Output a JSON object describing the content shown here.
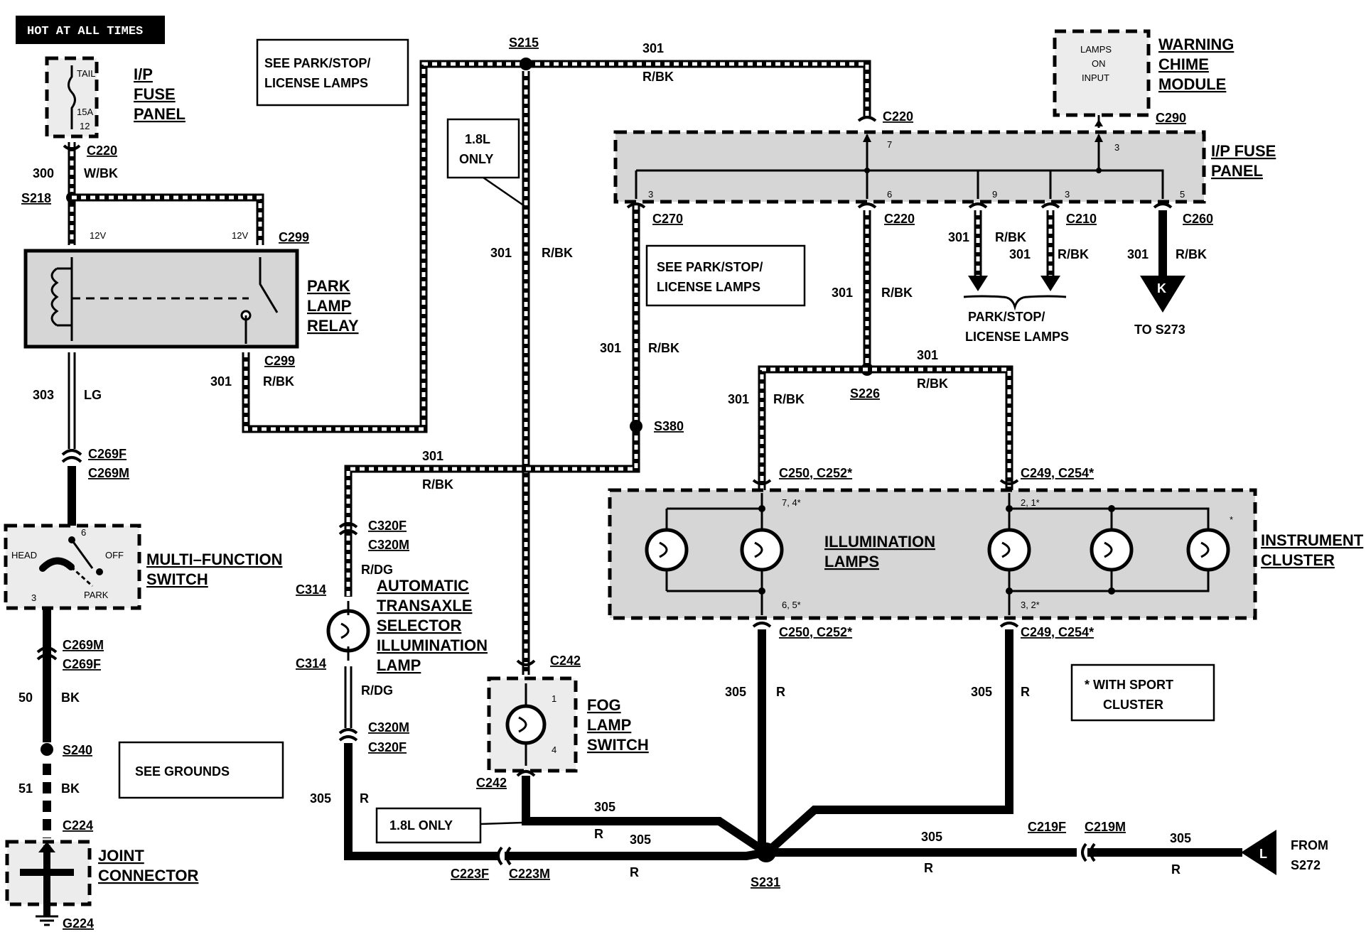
{
  "header": {
    "hot_label": "HOT AT ALL TIMES"
  },
  "notes": {
    "park_stop_1": [
      "SEE PARK/STOP/",
      "LICENSE LAMPS"
    ],
    "park_stop_2": [
      "SEE PARK/STOP/",
      "LICENSE LAMPS"
    ],
    "only_18l_top": [
      "1.8L",
      "ONLY"
    ],
    "only_18l_bottom": "1.8L ONLY",
    "see_grounds": "SEE GROUNDS",
    "sport_cluster": [
      "*  WITH SPORT",
      "CLUSTER"
    ]
  },
  "components": {
    "ip_fuse_panel_left": [
      "I/P",
      "FUSE",
      "PANEL"
    ],
    "fuse_tail": "TAIL",
    "fuse_amp": "15A",
    "fuse_num": "12",
    "park_lamp_relay": [
      "PARK",
      "LAMP",
      "RELAY"
    ],
    "multi_function_switch": [
      "MULTI–FUNCTION",
      "SWITCH"
    ],
    "switch_head": "HEAD",
    "switch_off": "OFF",
    "switch_park": "PARK",
    "joint_connector": [
      "JOINT",
      "CONNECTOR"
    ],
    "warning_chime_module": [
      "WARNING",
      "CHIME",
      "MODULE"
    ],
    "lamps_on_input": [
      "LAMPS",
      "ON",
      "INPUT"
    ],
    "ip_fuse_panel_right": [
      "I/P FUSE",
      "PANEL"
    ],
    "automatic_transaxle": [
      "AUTOMATIC",
      "TRANSAXLE",
      "SELECTOR",
      "ILLUMINATION",
      "LAMP"
    ],
    "fog_lamp_switch": [
      "FOG",
      "LAMP",
      "SWITCH"
    ],
    "illumination_lamps": [
      "ILLUMINATION",
      "LAMPS"
    ],
    "instrument_cluster": [
      "INSTRUMENT",
      "CLUSTER"
    ],
    "park_stop_license_bottom": [
      "PARK/STOP/",
      "LICENSE LAMPS"
    ],
    "to_s273": "TO S273",
    "from_s272": [
      "FROM",
      "S272"
    ],
    "k_label": "K",
    "l_label": "L"
  },
  "connectors": {
    "c220_a": "C220",
    "c299_a": "C299",
    "c299_b": "C299",
    "c269f_a": "C269F",
    "c269m_a": "C269M",
    "c269m_b": "C269M",
    "c269f_b": "C269F",
    "c224": "C224",
    "g224": "G224",
    "c220_top": "C220",
    "c290": "C290",
    "c270": "C270",
    "c220_bot": "C220",
    "c210": "C210",
    "c260": "C260",
    "c320f_a": "C320F",
    "c320m_a": "C320M",
    "c314_a": "C314",
    "c314_b": "C314",
    "c320m_b": "C320M",
    "c320f_b": "C320F",
    "c242_a": "C242",
    "c242_b": "C242",
    "c250_top": "C250, C252*",
    "c249_top": "C249, C254*",
    "c250_bot": "C250, C252*",
    "c249_bot": "C249, C254*",
    "c223f": "C223F",
    "c223m": "C223M",
    "c219f": "C219F",
    "c219m": "C219M"
  },
  "splices": {
    "s218": "S218",
    "s215": "S215",
    "s240": "S240",
    "s380": "S380",
    "s226": "S226",
    "s231": "S231"
  },
  "wires": {
    "w300": "300",
    "w300_color": "W/BK",
    "w301": "301",
    "w301_color": "R/BK",
    "w303": "303",
    "w303_color": "LG",
    "w50": "50",
    "w50_color": "BK",
    "w51": "51",
    "w51_color": "BK",
    "w305": "305",
    "w305_color": "R",
    "rdg": "R/DG",
    "v12": "12V"
  },
  "pins": {
    "p6": "6",
    "p3": "3",
    "p7": "7",
    "p9": "9",
    "p5": "5",
    "p1": "1",
    "p4": "4",
    "p74": "7, 4*",
    "p21": "2, 1*",
    "p65": "6, 5*",
    "p32": "3, 2*",
    "star": "*"
  },
  "colors": {
    "ink": "#000000",
    "shade": "#d6d6d6",
    "paper": "#ffffff"
  }
}
